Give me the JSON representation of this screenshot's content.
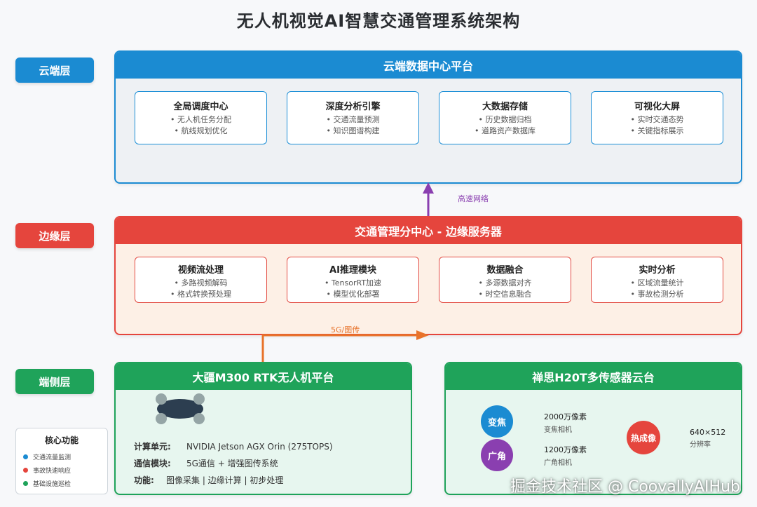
{
  "title": "无人机视觉AI智慧交通管理系统架构",
  "colors": {
    "cloud": "#1b8bd2",
    "edge": "#e5453d",
    "device": "#1fa35a",
    "arrow_cloud": "#8a3fb0",
    "arrow_edge": "#e8732b"
  },
  "layers": {
    "cloud": "云端层",
    "edge": "边缘层",
    "device": "端侧层"
  },
  "cloud_panel": {
    "title": "云端数据中心平台",
    "cards": [
      {
        "title": "全局调度中心",
        "items": [
          "• 无人机任务分配",
          "• 航线规划优化"
        ]
      },
      {
        "title": "深度分析引擎",
        "items": [
          "• 交通流量预测",
          "• 知识图谱构建"
        ]
      },
      {
        "title": "大数据存储",
        "items": [
          "• 历史数据归档",
          "• 道路资产数据库"
        ]
      },
      {
        "title": "可视化大屏",
        "items": [
          "• 实时交通态势",
          "• 关键指标展示"
        ]
      }
    ]
  },
  "link_cloud_edge": "高速网络",
  "edge_panel": {
    "title": "交通管理分中心 - 边缘服务器",
    "cards": [
      {
        "title": "视频流处理",
        "items": [
          "• 多路视频解码",
          "• 格式转换预处理"
        ]
      },
      {
        "title": "AI推理模块",
        "items": [
          "• TensorRT加速",
          "• 模型优化部署"
        ]
      },
      {
        "title": "数据融合",
        "items": [
          "• 多源数据对齐",
          "• 时空信息融合"
        ]
      },
      {
        "title": "实时分析",
        "items": [
          "• 区域流量统计",
          "• 事故检测分析"
        ]
      }
    ]
  },
  "link_device_edge": "5G/图传",
  "drone_panel": {
    "title": "大疆M300 RTK无人机平台",
    "specs": [
      {
        "key": "计算单元:",
        "value": "NVIDIA Jetson AGX Orin (275TOPS)"
      },
      {
        "key": "通信模块:",
        "value": "5G通信 + 增强图传系统"
      },
      {
        "key": "功能:",
        "value": "图像采集 | 边缘计算 | 初步处理"
      }
    ]
  },
  "gimbal_panel": {
    "title": "禅思H20T多传感器云台",
    "sensors": [
      {
        "label": "变焦",
        "desc1": "2000万像素",
        "desc2": "变焦相机",
        "color": "#1b8bd2"
      },
      {
        "label": "广角",
        "desc1": "1200万像素",
        "desc2": "广角相机",
        "color": "#8a3fb0"
      },
      {
        "label": "热成像",
        "desc1": "640×512",
        "desc2": "分辨率",
        "color": "#e5453d"
      }
    ]
  },
  "legend": {
    "title": "核心功能",
    "items": [
      {
        "label": "交通流量监测",
        "color": "#1b8bd2"
      },
      {
        "label": "事故快速响应",
        "color": "#e5453d"
      },
      {
        "label": "基础设施巡检",
        "color": "#1fa35a"
      }
    ]
  },
  "watermark": "掘金技术社区 @ CoovallyAIHub"
}
